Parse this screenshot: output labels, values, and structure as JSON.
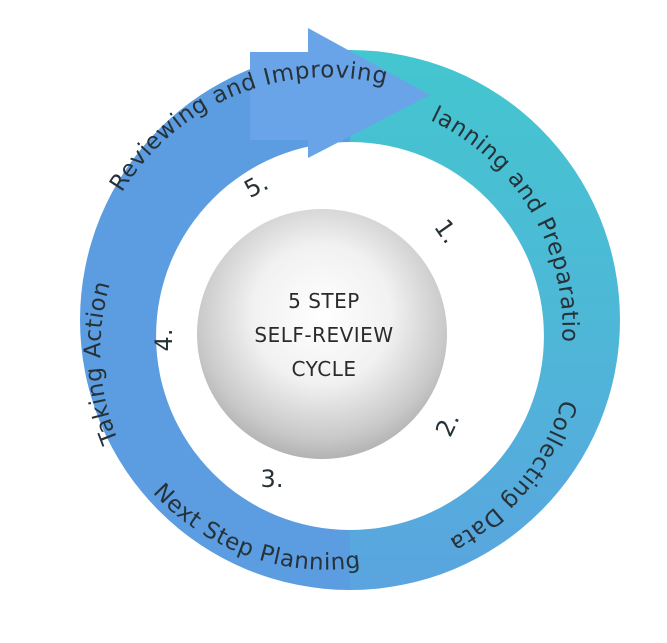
{
  "diagram": {
    "center": {
      "line1": "5 STEP",
      "line2": "SELF-REVIEW",
      "line3": "CYCLE"
    },
    "steps": [
      {
        "number": "1.",
        "label": "Planning and Preparation"
      },
      {
        "number": "2.",
        "label": "Collecting Data"
      },
      {
        "number": "3.",
        "label": "Next Step Planning"
      },
      {
        "number": "4.",
        "label": "Taking Action"
      },
      {
        "number": "5.",
        "label": "Reviewing and Improving"
      }
    ],
    "colors": {
      "ring_blue": "#5a9be0",
      "ring_teal": "#45c4cf",
      "arrow_head": "#6fa5e6",
      "text": "#263238"
    }
  }
}
